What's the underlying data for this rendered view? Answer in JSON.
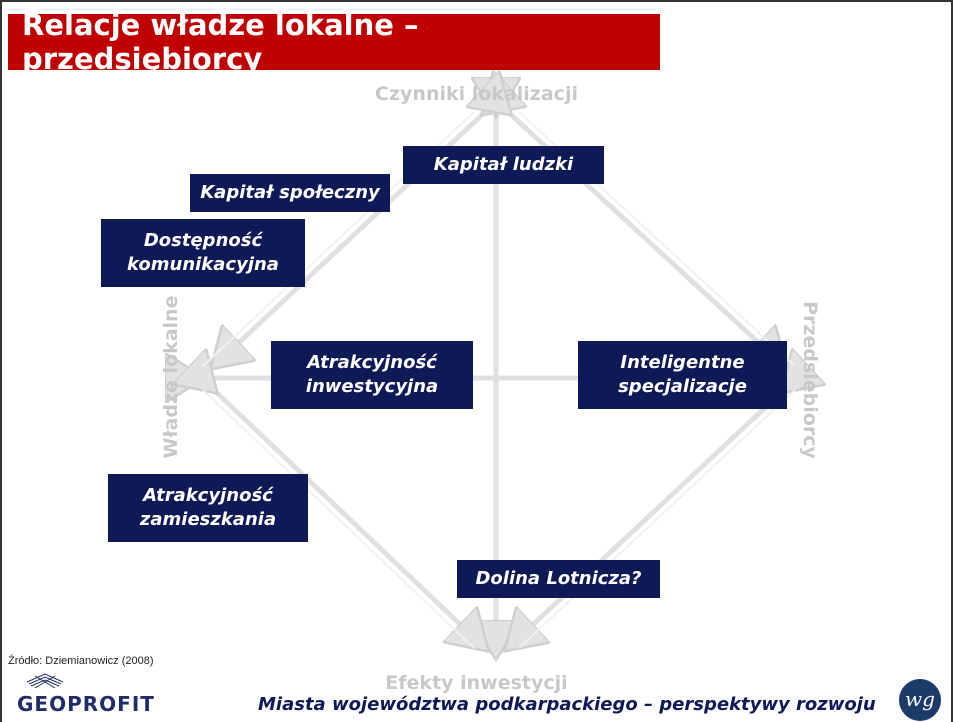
{
  "title": "Relacje władze lokalne – przedsiębiorcy",
  "axes": {
    "top": "Czynniki lokalizacji",
    "bottom": "Efekty inwestycji",
    "left": "Władze lokalne",
    "right": "Przedsiębiorcy"
  },
  "boxes": {
    "kapital_ludzki": "Kapitał ludzki",
    "kapital_spoleczny": "Kapitał społeczny",
    "dostepnosc": "Dostępność\nkomunikacyjna",
    "atrakcyjnosc_inwestycyjna": "Atrakcyjność\ninwestycyjna",
    "inteligentne": "Inteligentne\nspecjalizacje",
    "atrakcyjnosc_zamieszkania": "Atrakcyjność\nzamieszkania",
    "dolina": "Dolina Lotnicza?"
  },
  "source": "Źródło: Dziemianowicz (2008)",
  "logo_geo": {
    "geo": "GEO",
    "profit": "PROFIT"
  },
  "footer": "Miasta województwa podkarpackiego – perspektywy rozwoju",
  "logo_wg": "wg",
  "colors": {
    "title_bg": "#c00000",
    "box_bg": "#0d1a56",
    "axis_text": "#c8c8c8"
  }
}
